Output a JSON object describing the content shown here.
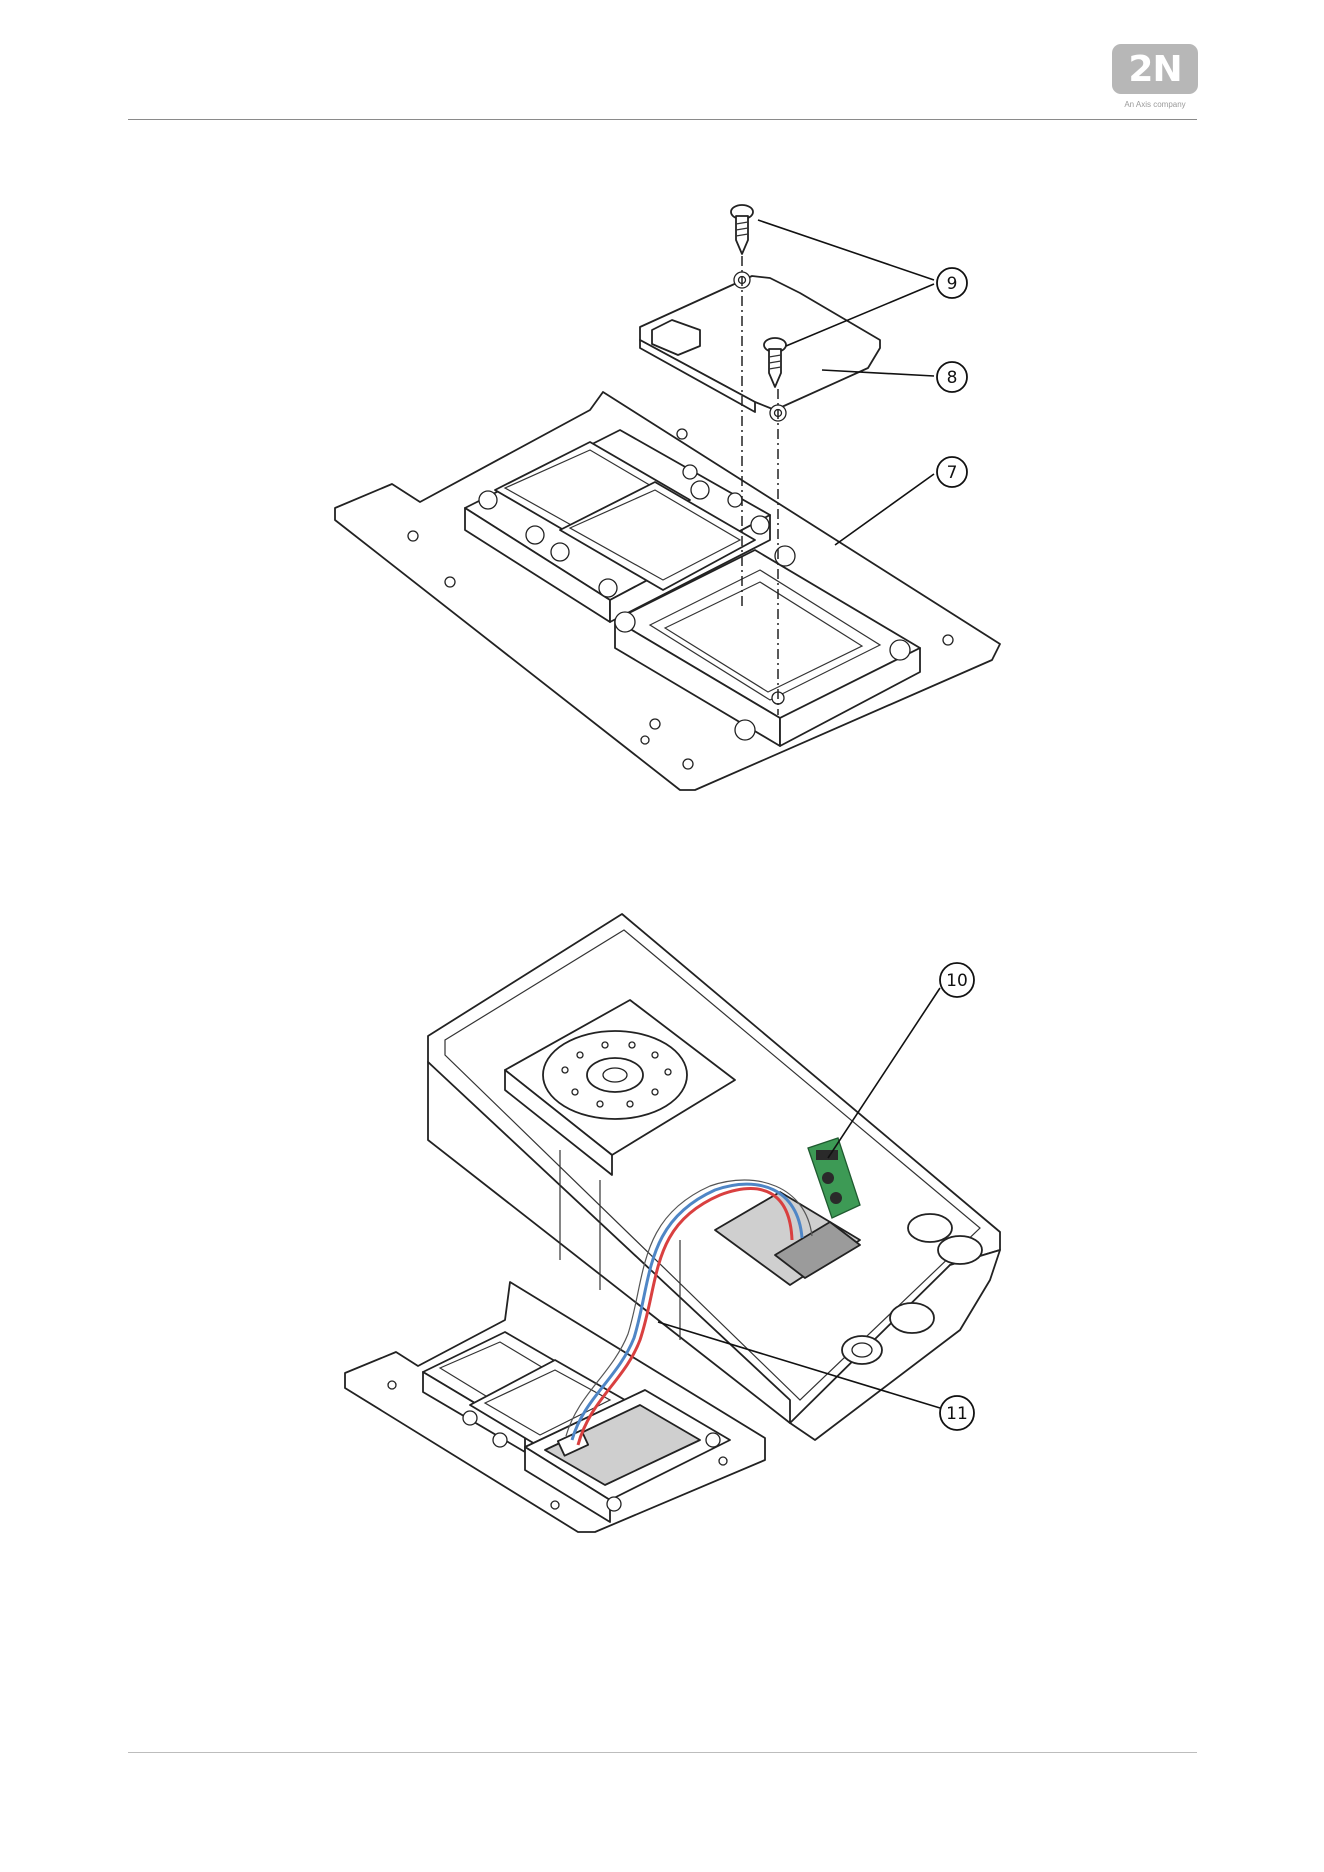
{
  "header": {
    "logo_text": "2N",
    "logo_tagline": "An Axis company"
  },
  "figure_top": {
    "callouts": [
      {
        "label": "9"
      },
      {
        "label": "8"
      },
      {
        "label": "7"
      }
    ]
  },
  "figure_bottom": {
    "callouts": [
      {
        "label": "10"
      },
      {
        "label": "11"
      }
    ],
    "wire_colors": {
      "red": "#d94040",
      "blue": "#4f86c6",
      "board_green": "#3d9a55"
    }
  }
}
